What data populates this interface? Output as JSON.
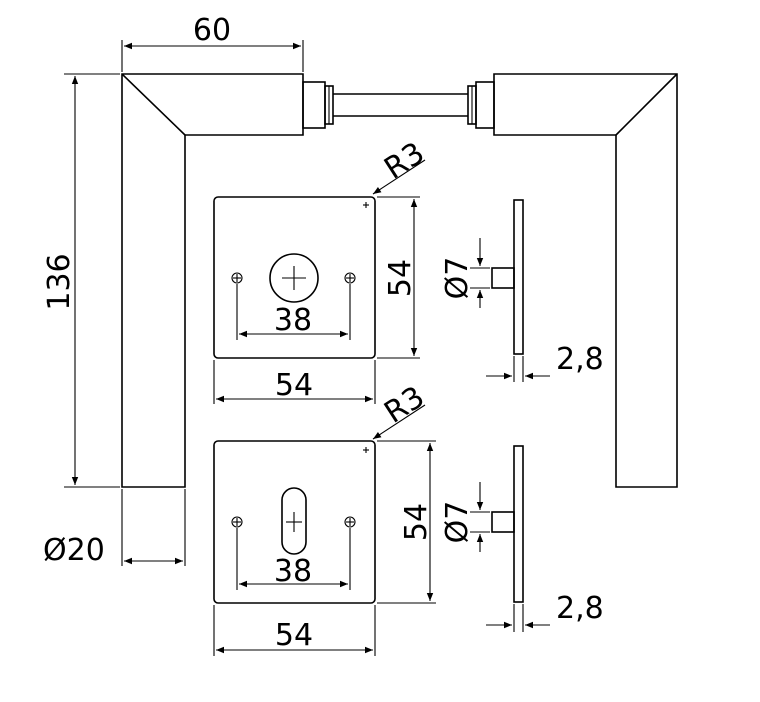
{
  "labels": {
    "handle_width": "60",
    "handle_height": "136",
    "handle_diameter": "Ø20",
    "rose_top_radius": "R3",
    "rose_top_height": "54",
    "rose_top_width": "54",
    "rose_top_hole_spacing": "38",
    "rose_top_side_diameter": "Ø7",
    "rose_top_thickness": "2,8",
    "rose_bottom_radius": "R3",
    "rose_bottom_height": "54",
    "rose_bottom_width": "54",
    "rose_bottom_hole_spacing": "38",
    "rose_bottom_side_diameter": "Ø7",
    "rose_bottom_thickness": "2,8"
  }
}
